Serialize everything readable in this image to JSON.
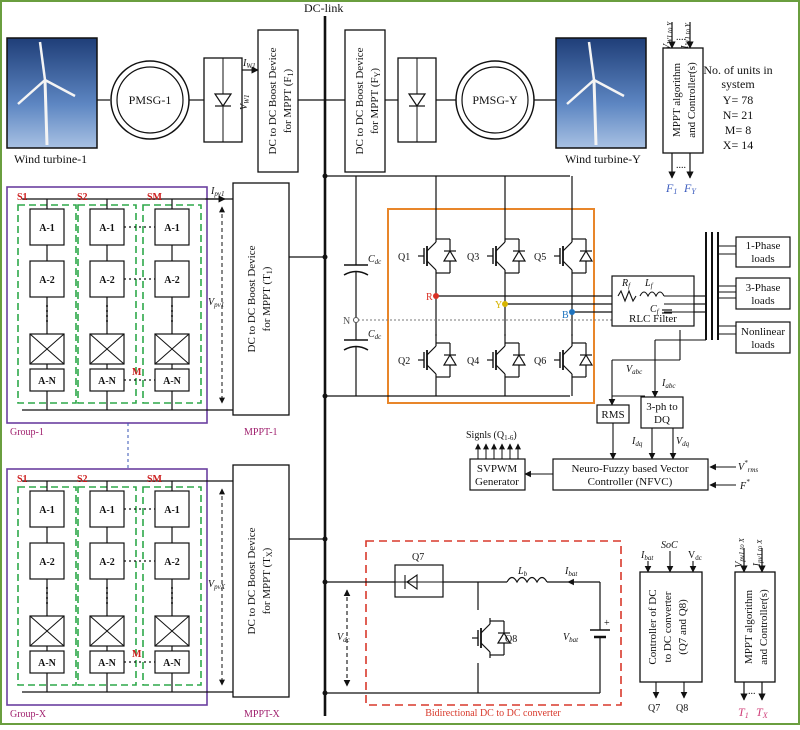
{
  "dc_link": "DC-link",
  "wind": {
    "turbine_1": "Wind turbine-1",
    "turbine_y": "Wind turbine-Y",
    "pmsg_1": "PMSG-1",
    "pmsg_y": "PMSG-Y",
    "i_w1": "I",
    "i_w1_sub": "W1",
    "v_w1": "V",
    "v_w1_sub": "W1",
    "boost_f1_line1": "DC to DC Boost Device",
    "boost_f1_line2": "for MPPT (F",
    "boost_f1_sub": "1",
    "boost_fy_line1": "DC to DC Boost Device",
    "boost_fy_line2": "for MPPT (F",
    "boost_fy_sub": "Y",
    "mppt_ctrl_line1": "MPPT algorithm",
    "mppt_ctrl_line2": "and Controller(s)",
    "mppt_in_v": "V",
    "mppt_in_v_sub": "W1 to Y",
    "mppt_in_i": "I",
    "mppt_in_i_sub": "W1 to Y",
    "out_f1": "F",
    "out_f1_sub": "1",
    "out_fy": "F",
    "out_fy_sub": "Y"
  },
  "units": {
    "title_line1": "No. of units in",
    "title_line2": "system",
    "y": "Y= 78",
    "n": "N= 21",
    "m": "M= 8",
    "x": "X= 14"
  },
  "pv": {
    "strings": [
      "S1",
      "S2",
      "SM"
    ],
    "modules": [
      "A-1",
      "A-2",
      "A-N"
    ],
    "m_label": "M",
    "group_1": "Group-1",
    "group_x": "Group-X",
    "i_pv1": "I",
    "i_pv1_sub": "pv1",
    "v_pv1": "V",
    "v_pv1_sub": "pv1",
    "v_pvx": "V",
    "v_pvx_sub": "pvX",
    "boost_1_line1": "DC to DC Boost Device",
    "boost_1_line2": "for MPPT (T",
    "boost_1_sub": "1",
    "boost_x_line1": "DC to DC Boost Device",
    "boost_x_line2": "for MPPT (T",
    "boost_x_sub": "X",
    "mppt_1": "MPPT-1",
    "mppt_x": "MPPT-X"
  },
  "inverter": {
    "switches": [
      "Q1",
      "Q3",
      "Q5",
      "Q2",
      "Q4",
      "Q6"
    ],
    "r": "R",
    "y": "Y",
    "b": "B",
    "n": "N",
    "cdc": "C",
    "cdc_sub": "dc",
    "rf": "R",
    "rf_sub": "f",
    "lf": "L",
    "lf_sub": "f",
    "cf": "C",
    "cf_sub": "f",
    "rlc_filter": "RLC Filter"
  },
  "loads": {
    "one_phase_line1": "1-Phase",
    "one_phase_line2": "loads",
    "three_phase_line1": "3-Phase",
    "three_phase_line2": "loads",
    "nonlinear_line1": "Nonlinear",
    "nonlinear_line2": "loads"
  },
  "control": {
    "v_abc": "V",
    "v_abc_sub": "abc",
    "i_abc": "I",
    "i_abc_sub": "abc",
    "rms": "RMS",
    "dq_line1": "3-ph to",
    "dq_line2": "DQ",
    "i_dq": "I",
    "i_dq_sub": "dq",
    "v_dq": "V",
    "v_dq_sub": "dq",
    "signals": "Signls (Q",
    "signals_sub": "1-6",
    "signals_end": ")",
    "svpwm_line1": "SVPWM",
    "svpwm_line2": "Generator",
    "nfvc_line1": "Neuro-Fuzzy based Vector",
    "nfvc_line2": "Controller (NFVC)",
    "v_rms_ref": "V",
    "v_rms_ref_sub": "rms",
    "f_ref": "F"
  },
  "battery": {
    "title": "Bidirectional DC to DC converter",
    "q7": "Q7",
    "q8": "Q8",
    "lb": "L",
    "lb_sub": "b",
    "i_bat": "I",
    "i_bat_sub": "bat",
    "v_bat": "V",
    "v_bat_sub": "bat",
    "v_dc": "V",
    "v_dc_sub": "dc",
    "soc": "SoC",
    "in_vdc": "V",
    "in_vdc_sub": "dc",
    "ctrl_line1": "Controller of DC",
    "ctrl_line2": "to DC converter",
    "ctrl_line3": "(Q7 and Q8)",
    "out_q7": "Q7",
    "out_q8": "Q8"
  },
  "mppt_x_ctrl": {
    "line1": "MPPT algorithm",
    "line2": "and Controller(s)",
    "in_v": "V",
    "in_v_sub": "pv1 to X",
    "in_i": "I",
    "in_i_sub": "pv1 to X",
    "out_t1": "T",
    "out_t1_sub": "1",
    "out_tx": "T",
    "out_tx_sub": "X"
  },
  "colors": {
    "outer_border": "#6a9e3f",
    "group_border": "#6b3fa0",
    "string_border": "#2ea84a",
    "inverter_border": "#e8862a",
    "battery_border": "#d8392b",
    "r_color": "#d93025",
    "y_color": "#d6b400",
    "b_color": "#1e73be",
    "group_label": "#a0206e",
    "f_label": "#3f5fbf",
    "t_label": "#d0407a"
  }
}
